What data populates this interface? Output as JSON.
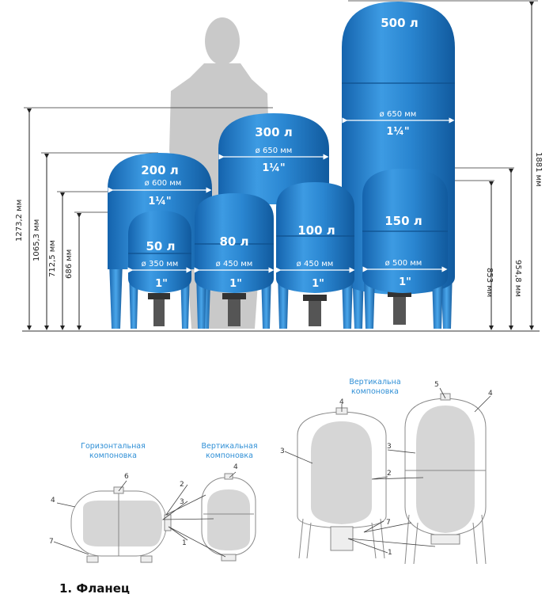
{
  "heights": {
    "h1273": "1273,2 мм",
    "h1065": "1065,3 мм",
    "h712": "712,5 мм",
    "h686": "686 мм",
    "h853": "853 мм",
    "h954": "954,8 мм",
    "h1881": "1881 мм"
  },
  "tanks": {
    "t500": {
      "volume": "500 л",
      "diameter": "ø 650 мм",
      "connection": "1¼\""
    },
    "t300": {
      "volume": "300 л",
      "diameter": "ø 650 мм",
      "connection": "1¼\""
    },
    "t200": {
      "volume": "200 л",
      "diameter": "ø 600 мм",
      "connection": "1¼\""
    },
    "t150": {
      "volume": "150 л",
      "diameter": "ø 500 мм",
      "connection": "1\""
    },
    "t100": {
      "volume": "100 л",
      "diameter": "ø 450 мм",
      "connection": "1\""
    },
    "t80": {
      "volume": "80 л",
      "diameter": "ø 450 мм",
      "connection": "1\""
    },
    "t50": {
      "volume": "50 л",
      "diameter": "ø 350 мм",
      "connection": "1\""
    }
  },
  "layouts": {
    "horizontal": [
      "Горизонтальная",
      "компоновка"
    ],
    "vertical_small": [
      "Вертикальная",
      "компоновка"
    ],
    "vertical_large": [
      "Вертикальна",
      "компоновка"
    ]
  },
  "callouts": {
    "n1": "1",
    "n2": "2",
    "n3": "3",
    "n4": "4",
    "n5": "5",
    "n6": "6",
    "n7": "7"
  },
  "legend": {
    "item1": "1. Фланец"
  },
  "colors": {
    "tank_blue": "#1f7cc9",
    "tank_highlight": "#5bb3ee",
    "caption_blue": "#2f8fd6",
    "person_gray": "#c9c9c9"
  }
}
